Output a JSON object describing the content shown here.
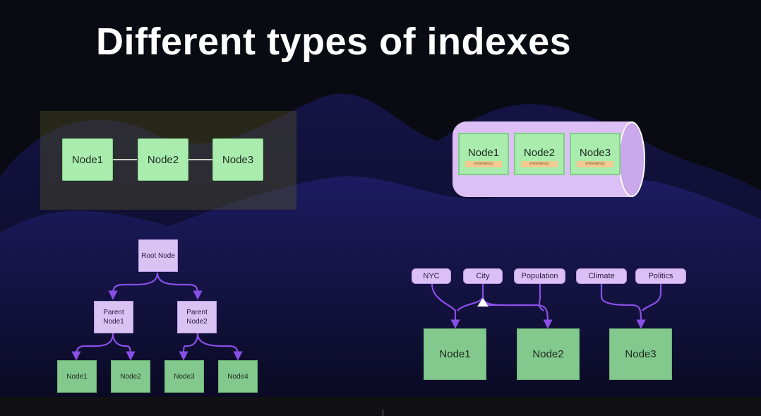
{
  "title": "Different types of indexes",
  "list_index": {
    "nodes": [
      "Node1",
      "Node2",
      "Node3"
    ]
  },
  "vector_index": {
    "nodes": [
      {
        "label": "Node1",
        "embedding": "embedding1"
      },
      {
        "label": "Node2",
        "embedding": "embedding2"
      },
      {
        "label": "Node3",
        "embedding": "embedding3"
      }
    ]
  },
  "tree_index": {
    "root": "Root Node",
    "parents": [
      "Parent Node1",
      "Parent Node2"
    ],
    "leaves": [
      "Node1",
      "Node2",
      "Node3",
      "Node4"
    ]
  },
  "keyword_index": {
    "keywords": [
      "NYC",
      "City",
      "Population",
      "Climate",
      "Politics"
    ],
    "nodes": [
      "Node1",
      "Node2",
      "Node3"
    ]
  },
  "colors": {
    "node_green": "#a9ecae",
    "node_green_dark": "#83c98e",
    "purple": "#dcc0f5",
    "arrow_purple": "#7a3fd6",
    "background": "#0a0a12"
  }
}
